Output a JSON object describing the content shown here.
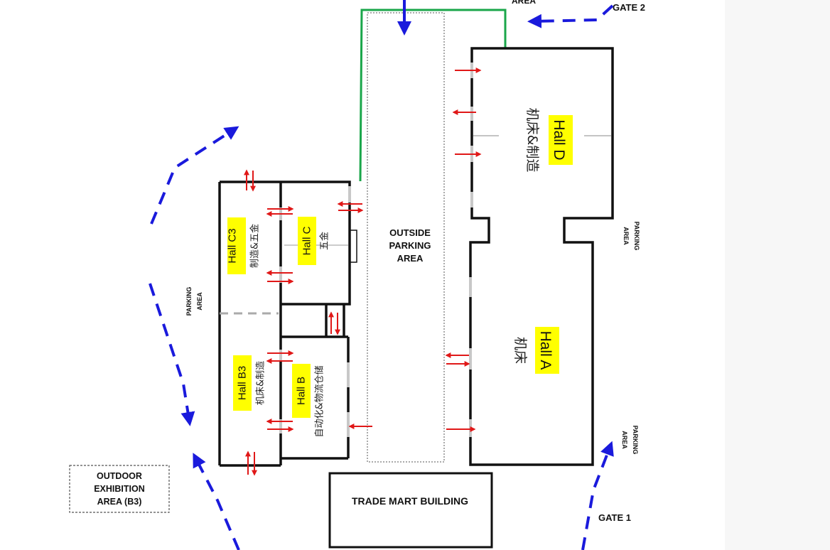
{
  "halls": [
    {
      "id": "hall-d",
      "name": "Hall D",
      "zh": "机床&制造"
    },
    {
      "id": "hall-a",
      "name": "Hall A",
      "zh": "机床"
    },
    {
      "id": "hall-c3",
      "name": "Hall C3",
      "zh": "制造&五金"
    },
    {
      "id": "hall-c",
      "name": "Hall C",
      "zh": "五金"
    },
    {
      "id": "hall-b3",
      "name": "Hall B3",
      "zh": "机床&制造"
    },
    {
      "id": "hall-b",
      "name": "Hall B",
      "zh": "自动化&物流仓储"
    }
  ],
  "labels": {
    "outside_parking": [
      "OUTSIDE",
      "PARKING",
      "AREA"
    ],
    "trade_mart": "TRADE MART BUILDING",
    "outdoor": [
      "OUTDOOR",
      "EXHIBITION",
      "AREA (B3)"
    ],
    "gate_1": "GATE 1",
    "gate_2": "GATE 2",
    "parking_area": [
      "PARKING",
      "AREA"
    ],
    "top_area_fragment": "AREA"
  },
  "colors": {
    "wall": "#111111",
    "highlight": "#ffff00",
    "route_arrow": "#1a1adc",
    "entry_arrow": "#e01818",
    "green_path": "#1aa64a",
    "dashed_box": "#555555"
  },
  "icons": {
    "route": "blue-dashed-route-arrow",
    "entry": "red-double-arrow"
  }
}
